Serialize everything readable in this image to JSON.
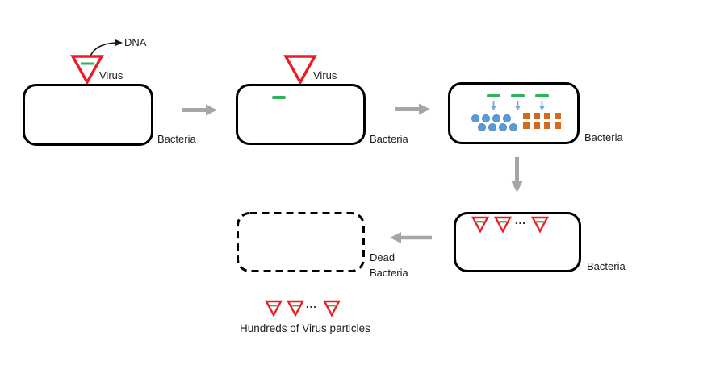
{
  "colors": {
    "virus_red": "#ED1C24",
    "dna_green": "#2DB45A",
    "protein_blue": "#5B9BD5",
    "injection_arrow_blue": "#7CA6DB",
    "capsid_orange": "#D2691E",
    "flow_arrow_gray": "#A6A6A6",
    "outline_black": "#000000"
  },
  "stages": {
    "attachment": {
      "dna_label": "DNA",
      "virus_label": "Virus",
      "bacteria_label": "Bacteria"
    },
    "injection": {
      "virus_label": "Virus",
      "bacteria_label": "Bacteria"
    },
    "replication": {
      "bacteria_label": "Bacteria"
    },
    "assembly": {
      "bacteria_label": "Bacteria",
      "ellipsis": "..."
    },
    "lysis": {
      "dead_bacteria_label": "Dead\nBacteria",
      "ellipsis": "...",
      "caption": "Hundreds of Virus particles"
    }
  }
}
